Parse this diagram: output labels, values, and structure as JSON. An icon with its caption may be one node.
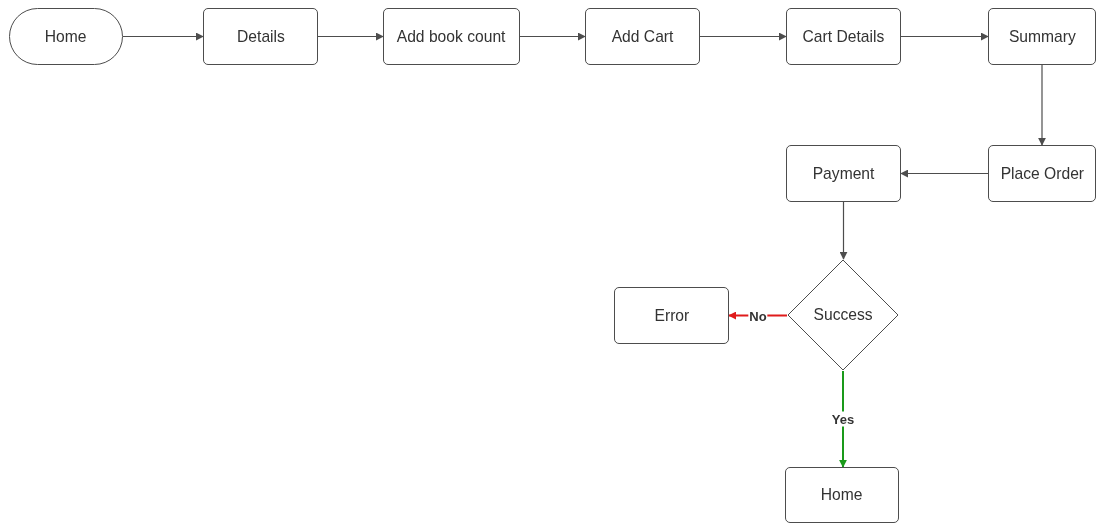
{
  "diagram": {
    "nodes": [
      {
        "text": [
          "Home"
        ]
      },
      {
        "text": [
          "Details"
        ]
      },
      {
        "text": [
          "Add book count"
        ]
      },
      {
        "text": [
          "Add Cart"
        ]
      },
      {
        "text": [
          "Cart Details"
        ]
      },
      {
        "text": [
          "Summary"
        ]
      },
      {
        "text": [
          "Place Order"
        ]
      },
      {
        "text": [
          "Payment"
        ]
      },
      {
        "text": [
          "Success"
        ]
      },
      {
        "text": [
          "Error"
        ]
      },
      {
        "text": [
          "Home"
        ]
      }
    ],
    "edges": [
      {
        "from": 0,
        "to": 1,
        "arrow": "to"
      },
      {
        "from": 1,
        "to": 2,
        "arrow": "to"
      },
      {
        "from": 2,
        "to": 3,
        "arrow": "to"
      },
      {
        "from": 3,
        "to": 4,
        "arrow": "to"
      },
      {
        "from": 4,
        "to": 5,
        "arrow": "to"
      },
      {
        "from": 5,
        "to": 6,
        "arrow": "to"
      },
      {
        "from": 6,
        "to": 7,
        "arrow": "to"
      },
      {
        "from": 7,
        "to": 8,
        "arrow": "to"
      },
      {
        "from": 8,
        "to": 9,
        "arrow": "to",
        "label": "No",
        "color": "#e01b1b"
      },
      {
        "from": 8,
        "to": 10,
        "arrow": "to",
        "label": "Yes",
        "color": "#1a9a1a"
      }
    ]
  }
}
